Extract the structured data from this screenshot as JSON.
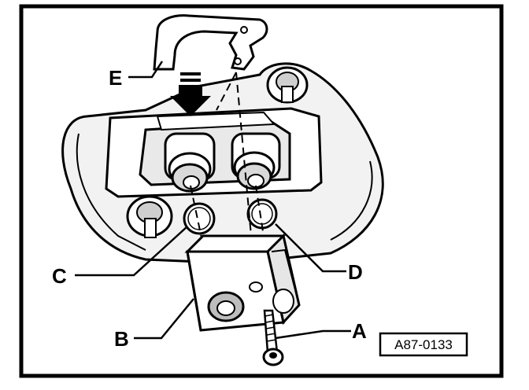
{
  "diagram": {
    "callouts": {
      "A": "A",
      "B": "B",
      "C": "C",
      "D": "D",
      "E": "E"
    },
    "reference_code": "A87-0133"
  },
  "colors": {
    "ink": "#000000",
    "paper": "#ffffff",
    "shade": "#e6e6e6",
    "mid": "#bdbdbd"
  }
}
